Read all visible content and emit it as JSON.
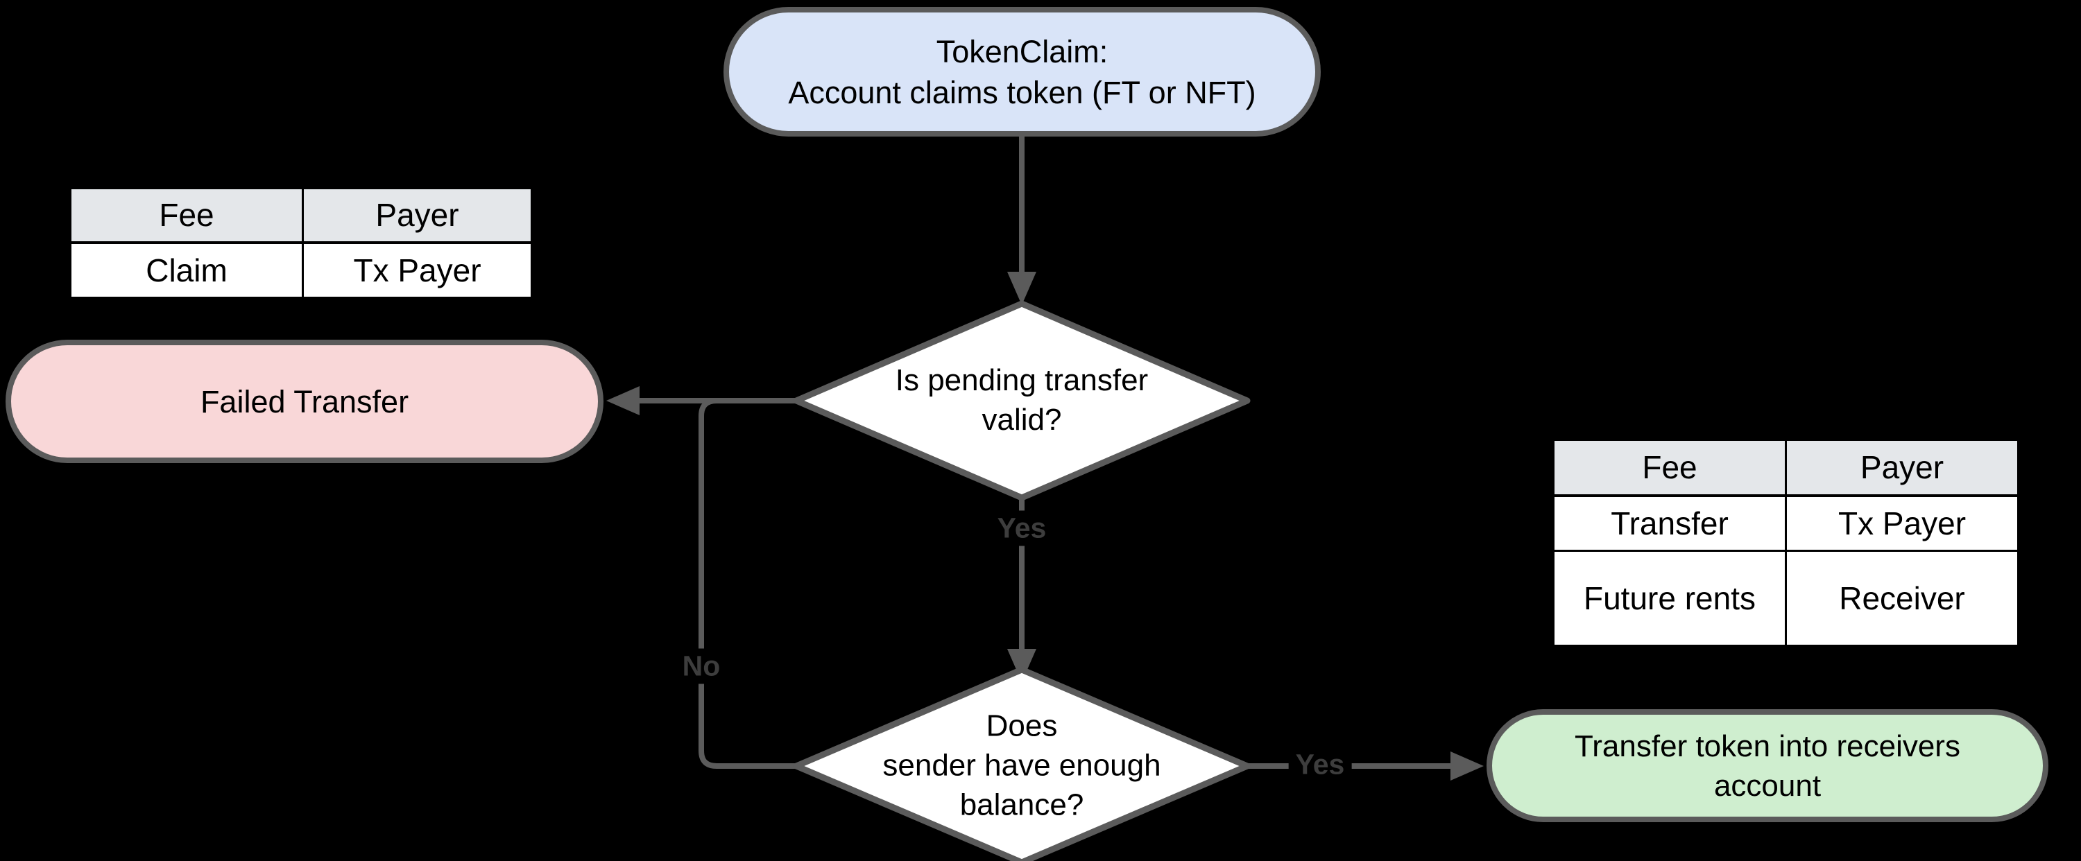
{
  "diagram": {
    "background_color": "#000000",
    "edge_color": "#5b5b5b",
    "edge_label_color": "#3d3d3d",
    "nodes": {
      "token_claim": {
        "type": "start",
        "fill": "#d9e4f8",
        "lines": [
          "TokenClaim:",
          "Account claims token (FT or NFT)"
        ]
      },
      "pending_valid": {
        "type": "decision",
        "fill": "#ffffff",
        "lines": [
          "Is pending transfer",
          "valid?"
        ]
      },
      "failed_transfer": {
        "type": "terminal",
        "fill": "#f9d7d8",
        "lines": [
          "Failed Transfer"
        ]
      },
      "enough_balance": {
        "type": "decision",
        "fill": "#ffffff",
        "lines": [
          "Does",
          "sender have enough",
          "balance?"
        ]
      },
      "transfer_success": {
        "type": "terminal",
        "fill": "#cfeecf",
        "lines": [
          "Transfer token into receivers",
          "account"
        ]
      }
    },
    "edge_labels": {
      "yes_between_decisions": "Yes",
      "no_to_failed": "No",
      "yes_to_success": "Yes"
    },
    "tables": {
      "claim_fees": {
        "headers": [
          "Fee",
          "Payer"
        ],
        "rows": [
          [
            "Claim",
            "Tx Payer"
          ]
        ],
        "header_fill": "#e4e7ea"
      },
      "transfer_fees": {
        "headers": [
          "Fee",
          "Payer"
        ],
        "rows": [
          [
            "Transfer",
            "Tx Payer"
          ],
          [
            "Future rents",
            "Receiver"
          ]
        ],
        "header_fill": "#e4e7ea"
      }
    }
  }
}
